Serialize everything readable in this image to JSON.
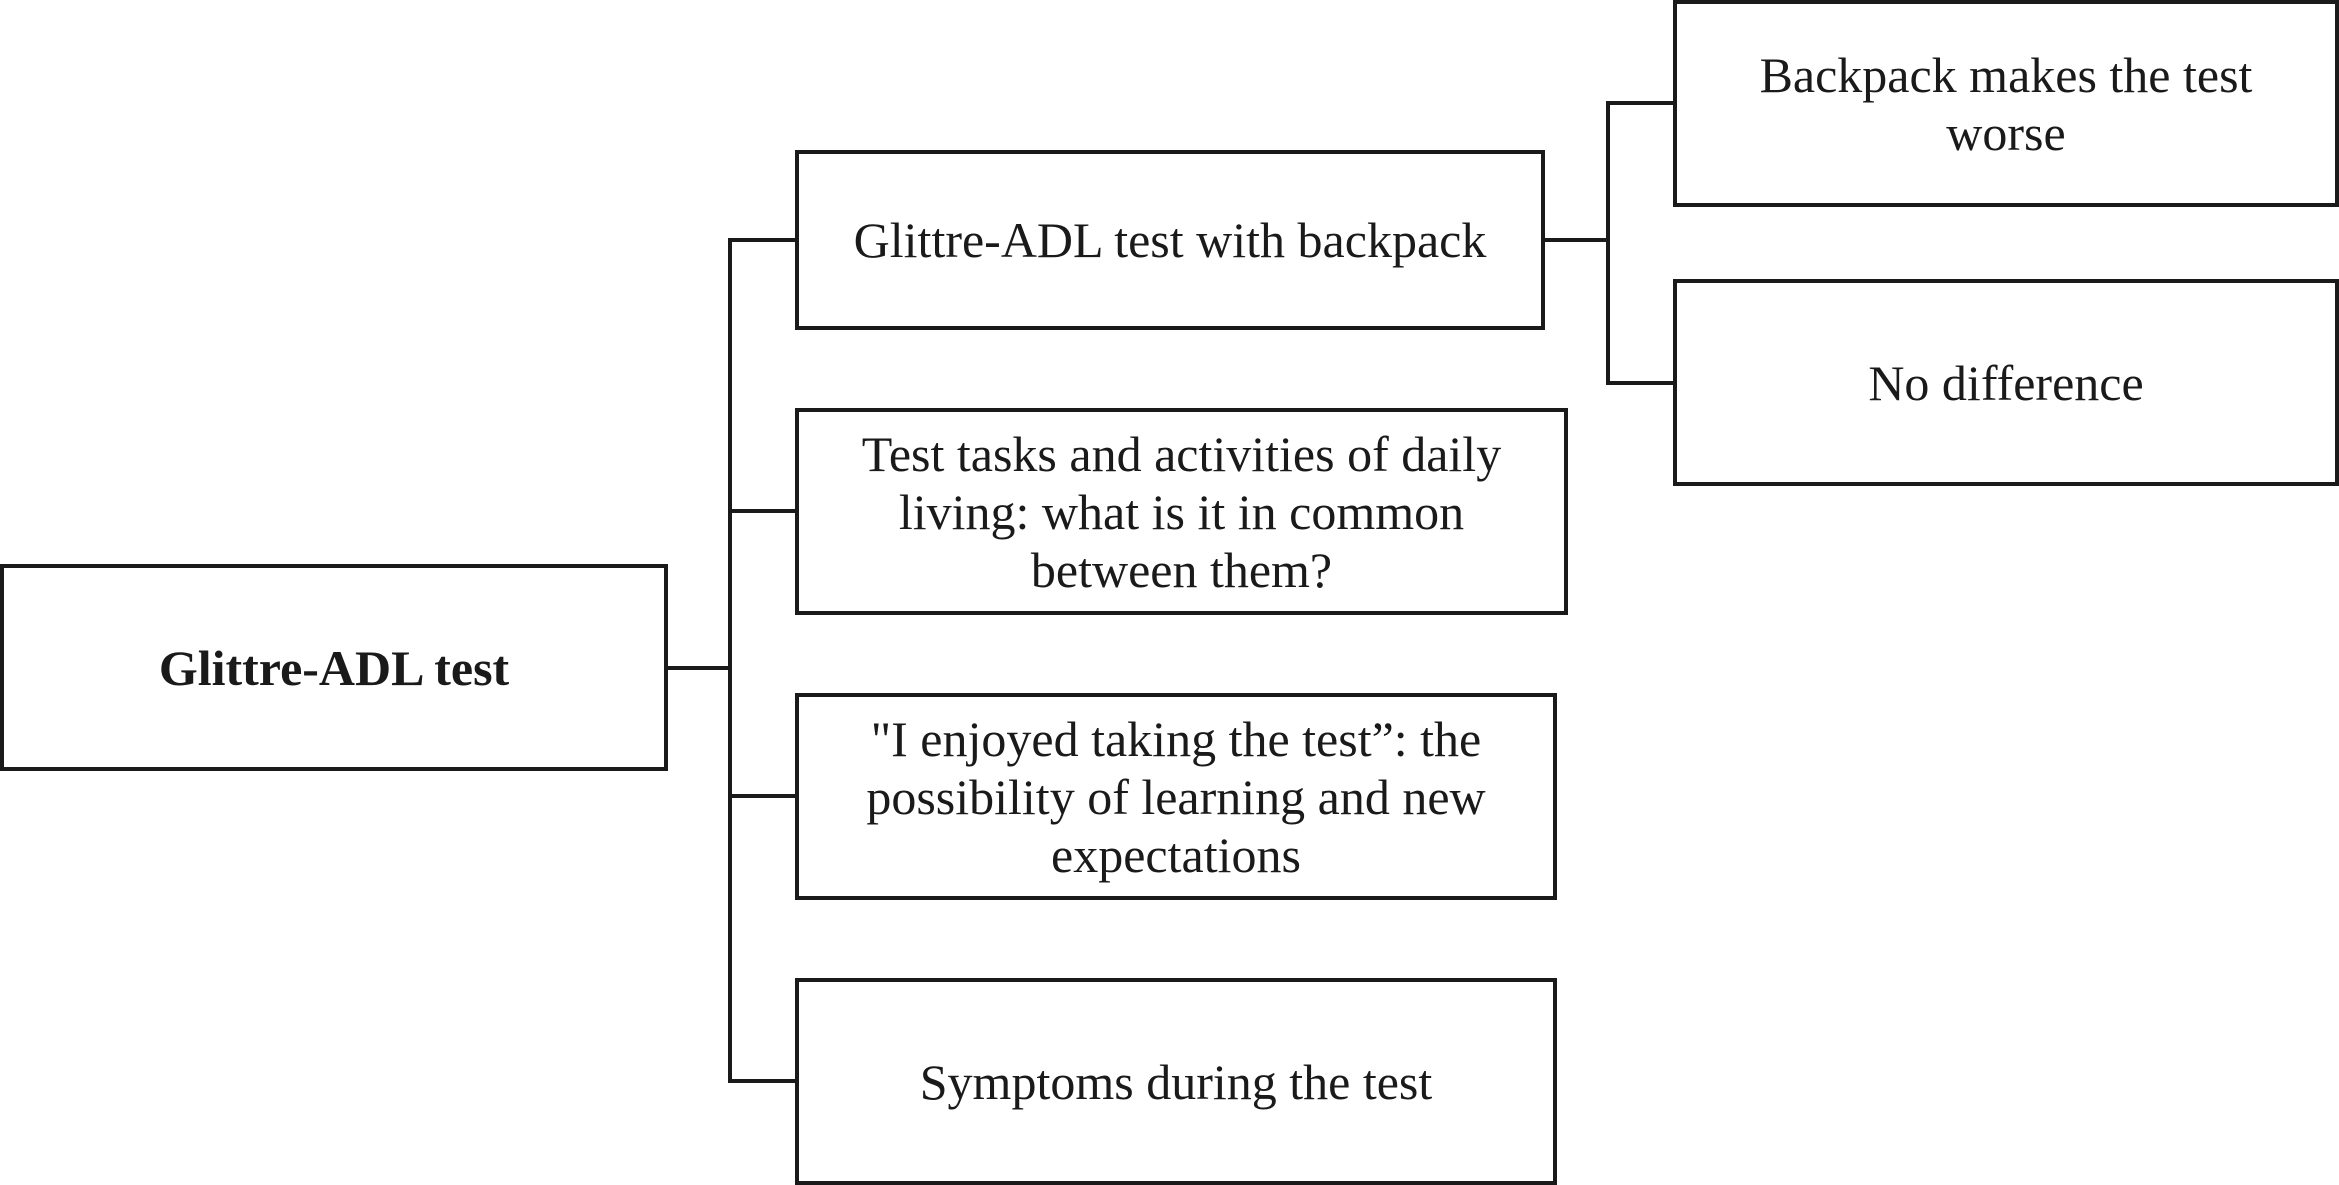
{
  "diagram": {
    "root": {
      "label": "Glittre-ADL test"
    },
    "branches": [
      {
        "label": "Glittre-ADL test with backpack",
        "children": [
          {
            "label": "Backpack makes the test worse"
          },
          {
            "label": "No difference"
          }
        ]
      },
      {
        "label": "Test tasks and activities of daily living: what is it in common between them?"
      },
      {
        "label": "\"I enjoyed taking the test”: the possibility of learning and new expectations"
      },
      {
        "label": "Symptoms during the test"
      }
    ]
  }
}
